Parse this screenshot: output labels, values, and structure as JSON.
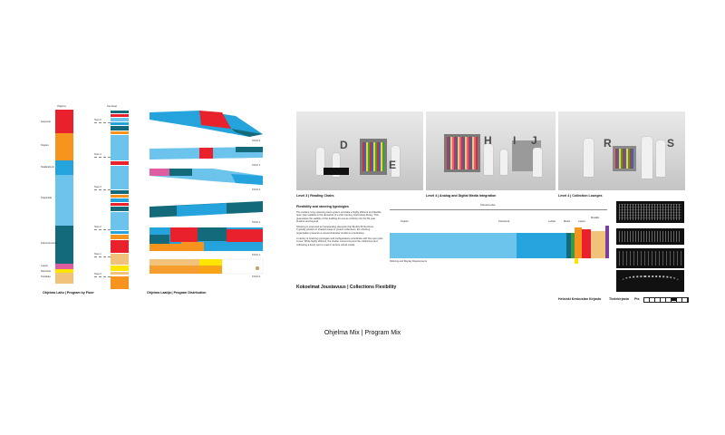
{
  "panel1": {
    "header": "Ohjelma",
    "caption": "Ohjelma Laitu | Program by Floor",
    "labels": [
      "Kaupunki",
      "Kirjasto",
      "Sisäänkäynti",
      "Kirjastotila",
      "Kokoontumistila",
      "Lapset",
      "Ravintola",
      "Tekniikka"
    ]
  },
  "panel2": {
    "header": "Kerrokset",
    "floor_labels": [
      "Taso 5",
      "Taso 4",
      "Taso 3",
      "Taso 2",
      "Taso 1",
      "Taso 0"
    ]
  },
  "panel3": {
    "caption": "Ohjelma Laatija | Program Distribution",
    "level_labels": [
      "TASO 5",
      "TASO 4",
      "TASO 3",
      "TASO 2",
      "TASO 1",
      "TASO 0"
    ]
  },
  "renders": {
    "items": [
      {
        "caption": "Level 3 | Reading Chairs",
        "letters": [
          "D",
          "E"
        ]
      },
      {
        "caption": "Level 4 | Analog and Digital Media Integration",
        "letters": [
          "H",
          "I",
          "J"
        ]
      },
      {
        "caption": "Level 4 | Collection Lounges",
        "letters": [
          "R",
          "S"
        ]
      }
    ]
  },
  "text": {
    "title": "Flexibility and steering typologies",
    "paragraphs": [
      "The surface, long spanning truss system provides a highly efficient and flexible open plan suitable to the demands of a 21st Century world class library. This guarantees the viability of the building for use as a library into the 50 year timeline and beyond.",
      "Shelving is proposed as freestanding elements that flexibly fill the floors. Typically position in shaded areas to protect collections, the shelving organisation presents a casual character similar to a bookshop.",
      "A variety of shelving typologies and configurations coordinate with the open plan zones. While highly efficient, the shelter corners beyond the collections and cultivating a lively spot to read or access virtual media."
    ],
    "footer_caption": "Kokoelmat Joustavuus | Collections Flexibility"
  },
  "bar_chart": {
    "header": "Kokoelma tilat",
    "note": "Shelving and Display Requirements",
    "label_left": "Kirjasto",
    "labels_top": [
      "Kokoelmat",
      "Lehdet",
      "Media",
      "Lapset",
      "Musiikki"
    ]
  },
  "right_panel": {
    "legend_row": "Helsinki Keskustan Kirjasto",
    "legend_title": "Tiedekirjasto",
    "legend_scale": "Pts"
  },
  "main_caption": "Ohjelma Mix | Program Mix",
  "colors": {
    "red": "#e8212c",
    "orange": "#f7941d",
    "lightblue": "#6cc3ec",
    "blue": "#24a3dc",
    "teal": "#126a7a",
    "yellow": "#ffe600",
    "pink": "#e05ca1",
    "tan": "#f0c27a",
    "purple": "#7b3fa0",
    "green": "#3a9b46"
  }
}
